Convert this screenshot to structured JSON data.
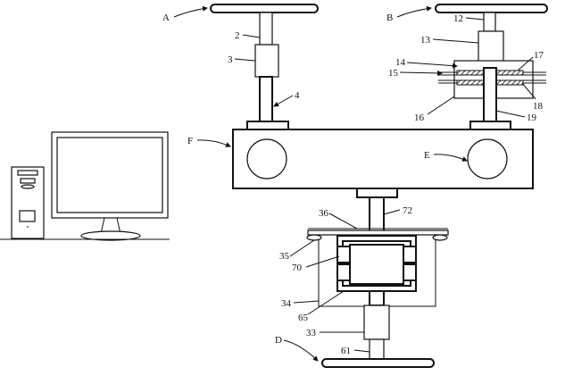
{
  "labels": {
    "A": "A",
    "B": "B",
    "D": "D",
    "E": "E",
    "F": "F",
    "n2": "2",
    "n3": "3",
    "n4": "4",
    "n12": "12",
    "n13": "13",
    "n14": "14",
    "n15": "15",
    "n16": "16",
    "n17": "17",
    "n18": "18",
    "n19": "19",
    "n33": "33",
    "n34": "34",
    "n35": "35",
    "n36": "36",
    "n61": "61",
    "n65": "65",
    "n70": "70",
    "n72": "72"
  }
}
